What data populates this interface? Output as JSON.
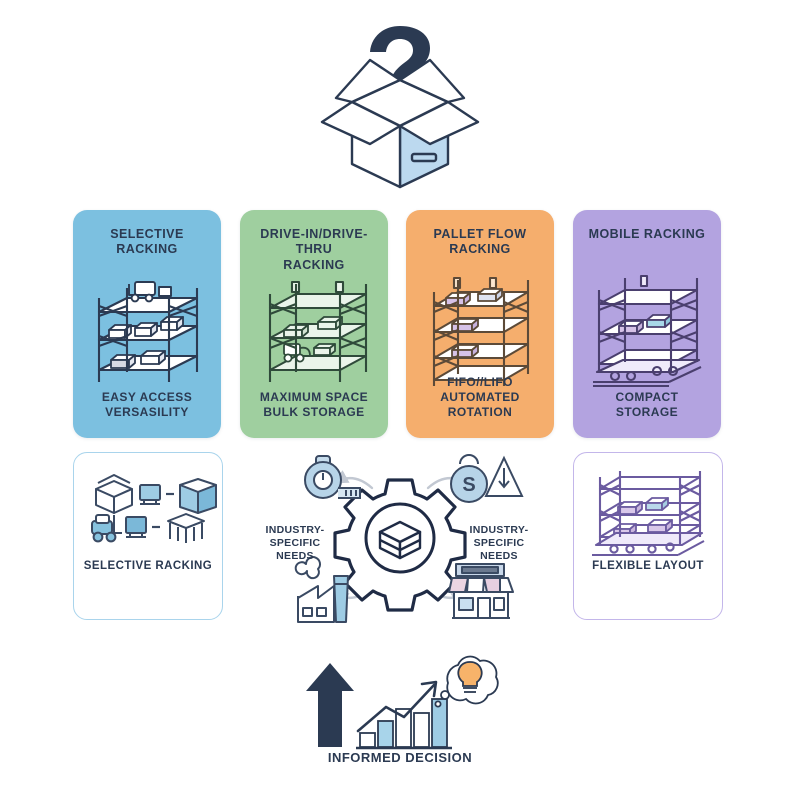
{
  "hero": {
    "icon": "open-box-with-question-mark-icon",
    "question_mark": "?"
  },
  "cards": [
    {
      "title": "SELECTIVE RACKING",
      "caption": "EASY ACCESS\nVERSASILITY",
      "caption_line1": "EASY ACCESS",
      "caption_line2": "VERSASILITY",
      "bg": "#7cc0e0",
      "rack_color": "#2b3a52",
      "icon": "selective-racking-illustration"
    },
    {
      "title": "DRIVE-IN/DRIVE-THRU RACKING",
      "title_line1": "DRIVE-IN/DRIVE-THRU",
      "title_line2": "RACKING",
      "caption_line1": "MAXIMUM SPACE",
      "caption_line2": "BULK STORAGE",
      "bg": "#9fcf9f",
      "rack_color": "#2f4a3a",
      "icon": "drive-in-racking-illustration"
    },
    {
      "title": "PALLET FLOW RACKING",
      "caption_line1": "FIFO//LIFO",
      "caption_line2": "AUTOMATED ROTATION",
      "bg": "#f5ae6d",
      "rack_color": "#6a5340",
      "icon": "pallet-flow-racking-illustration"
    },
    {
      "title": "MOBILE RACKING",
      "caption_line1": "COMPACT",
      "caption_line2": "STORAGE",
      "bg": "#b3a3e0",
      "rack_color": "#4a3f6e",
      "icon": "mobile-racking-illustration"
    }
  ],
  "white_cards": {
    "left": {
      "caption": "SELECTIVE RACKING",
      "border": "#a9d4ec",
      "icon": "box-pallet-forklift-icons"
    },
    "right": {
      "caption": "FLEXIBLE LAYOUT",
      "border": "#c3b6ea",
      "icon": "mobile-rack-on-rails-icon"
    }
  },
  "cluster": {
    "center_icon": "gear-with-box-icon",
    "label_left": "INDUSTRY-SPECIFIC NEEDS",
    "label_left_line1": "INDUSTRY-SPECIFIC",
    "label_left_line2": "NEEDS",
    "label_right": "INDUSTRY-SPECIFIC NEEDS",
    "label_right_line1": "INDUSTRY-SPECIFIC",
    "label_right_line2": "NEEDS",
    "icons": [
      {
        "name": "measuring-tape-icon",
        "position": "top-left"
      },
      {
        "name": "weight-load-capacity-icon",
        "position": "top-right"
      },
      {
        "name": "factory-icon",
        "position": "bottom-left"
      },
      {
        "name": "retail-store-icon",
        "position": "bottom-right"
      }
    ]
  },
  "bottom": {
    "caption": "INFORMED DECISION",
    "icon": "growth-arrow-bar-chart-lightbulb-icon",
    "bars": [
      18,
      34,
      55,
      62,
      86
    ]
  },
  "colors": {
    "ink": "#2b3a52",
    "light_blue": "#7cc0e0",
    "green": "#9fcf9f",
    "orange": "#f5ae6d",
    "purple": "#b3a3e0",
    "pale_blue": "#bcd9ef",
    "background": "#ffffff"
  }
}
